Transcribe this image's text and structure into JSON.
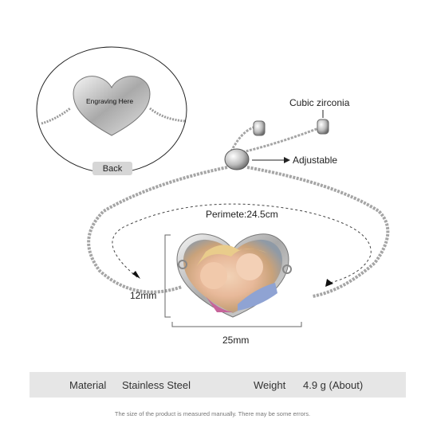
{
  "callouts": {
    "back_inset_label": "Back",
    "engraving": "Engraving Here",
    "cubic_zirconia": "Cubic zirconia",
    "adjustable": "Adjustable",
    "perimeter": "Perimete:24.5cm",
    "height_dim": "12mm",
    "width_dim": "25mm"
  },
  "specs": {
    "material_label": "Material",
    "material_value": "Stainless Steel",
    "weight_label": "Weight",
    "weight_value": "4.9 g (About)"
  },
  "footnote": "The size of the product is measured manually. There may be some errors.",
  "colors": {
    "spec_bar_bg": "#e6e6e6",
    "metal": "#c8c8c8",
    "back_pill_bg": "#d6d6d6"
  }
}
